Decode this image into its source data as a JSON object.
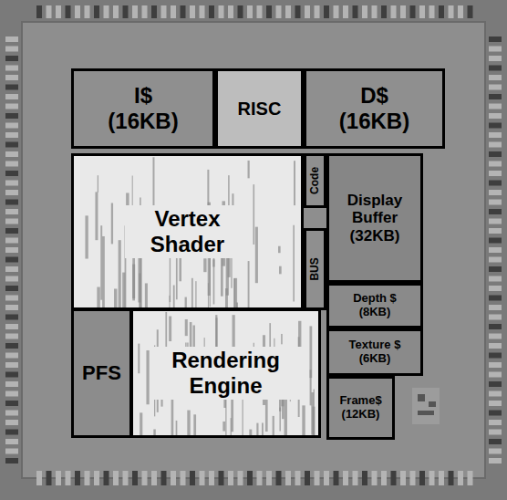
{
  "diagram": {
    "nodes": [
      {
        "text": [
          "I$ (16KB)"
        ]
      },
      {
        "text": [
          "RISC"
        ]
      },
      {
        "text": [
          "D$ (16KB)"
        ]
      },
      {
        "text": [
          "Vertex Shader"
        ]
      },
      {
        "text": [
          "Code"
        ]
      },
      {
        "text": [
          "Display Buffer (32KB)"
        ]
      },
      {
        "text": [
          "BUS"
        ]
      },
      {
        "text": [
          "Depth $ (8KB)"
        ]
      },
      {
        "text": [
          "Texture $ (6KB)"
        ]
      },
      {
        "text": [
          "PFS"
        ]
      },
      {
        "text": [
          "Rendering Engine"
        ]
      },
      {
        "text": [
          "Frame$ (12KB)"
        ]
      }
    ]
  }
}
